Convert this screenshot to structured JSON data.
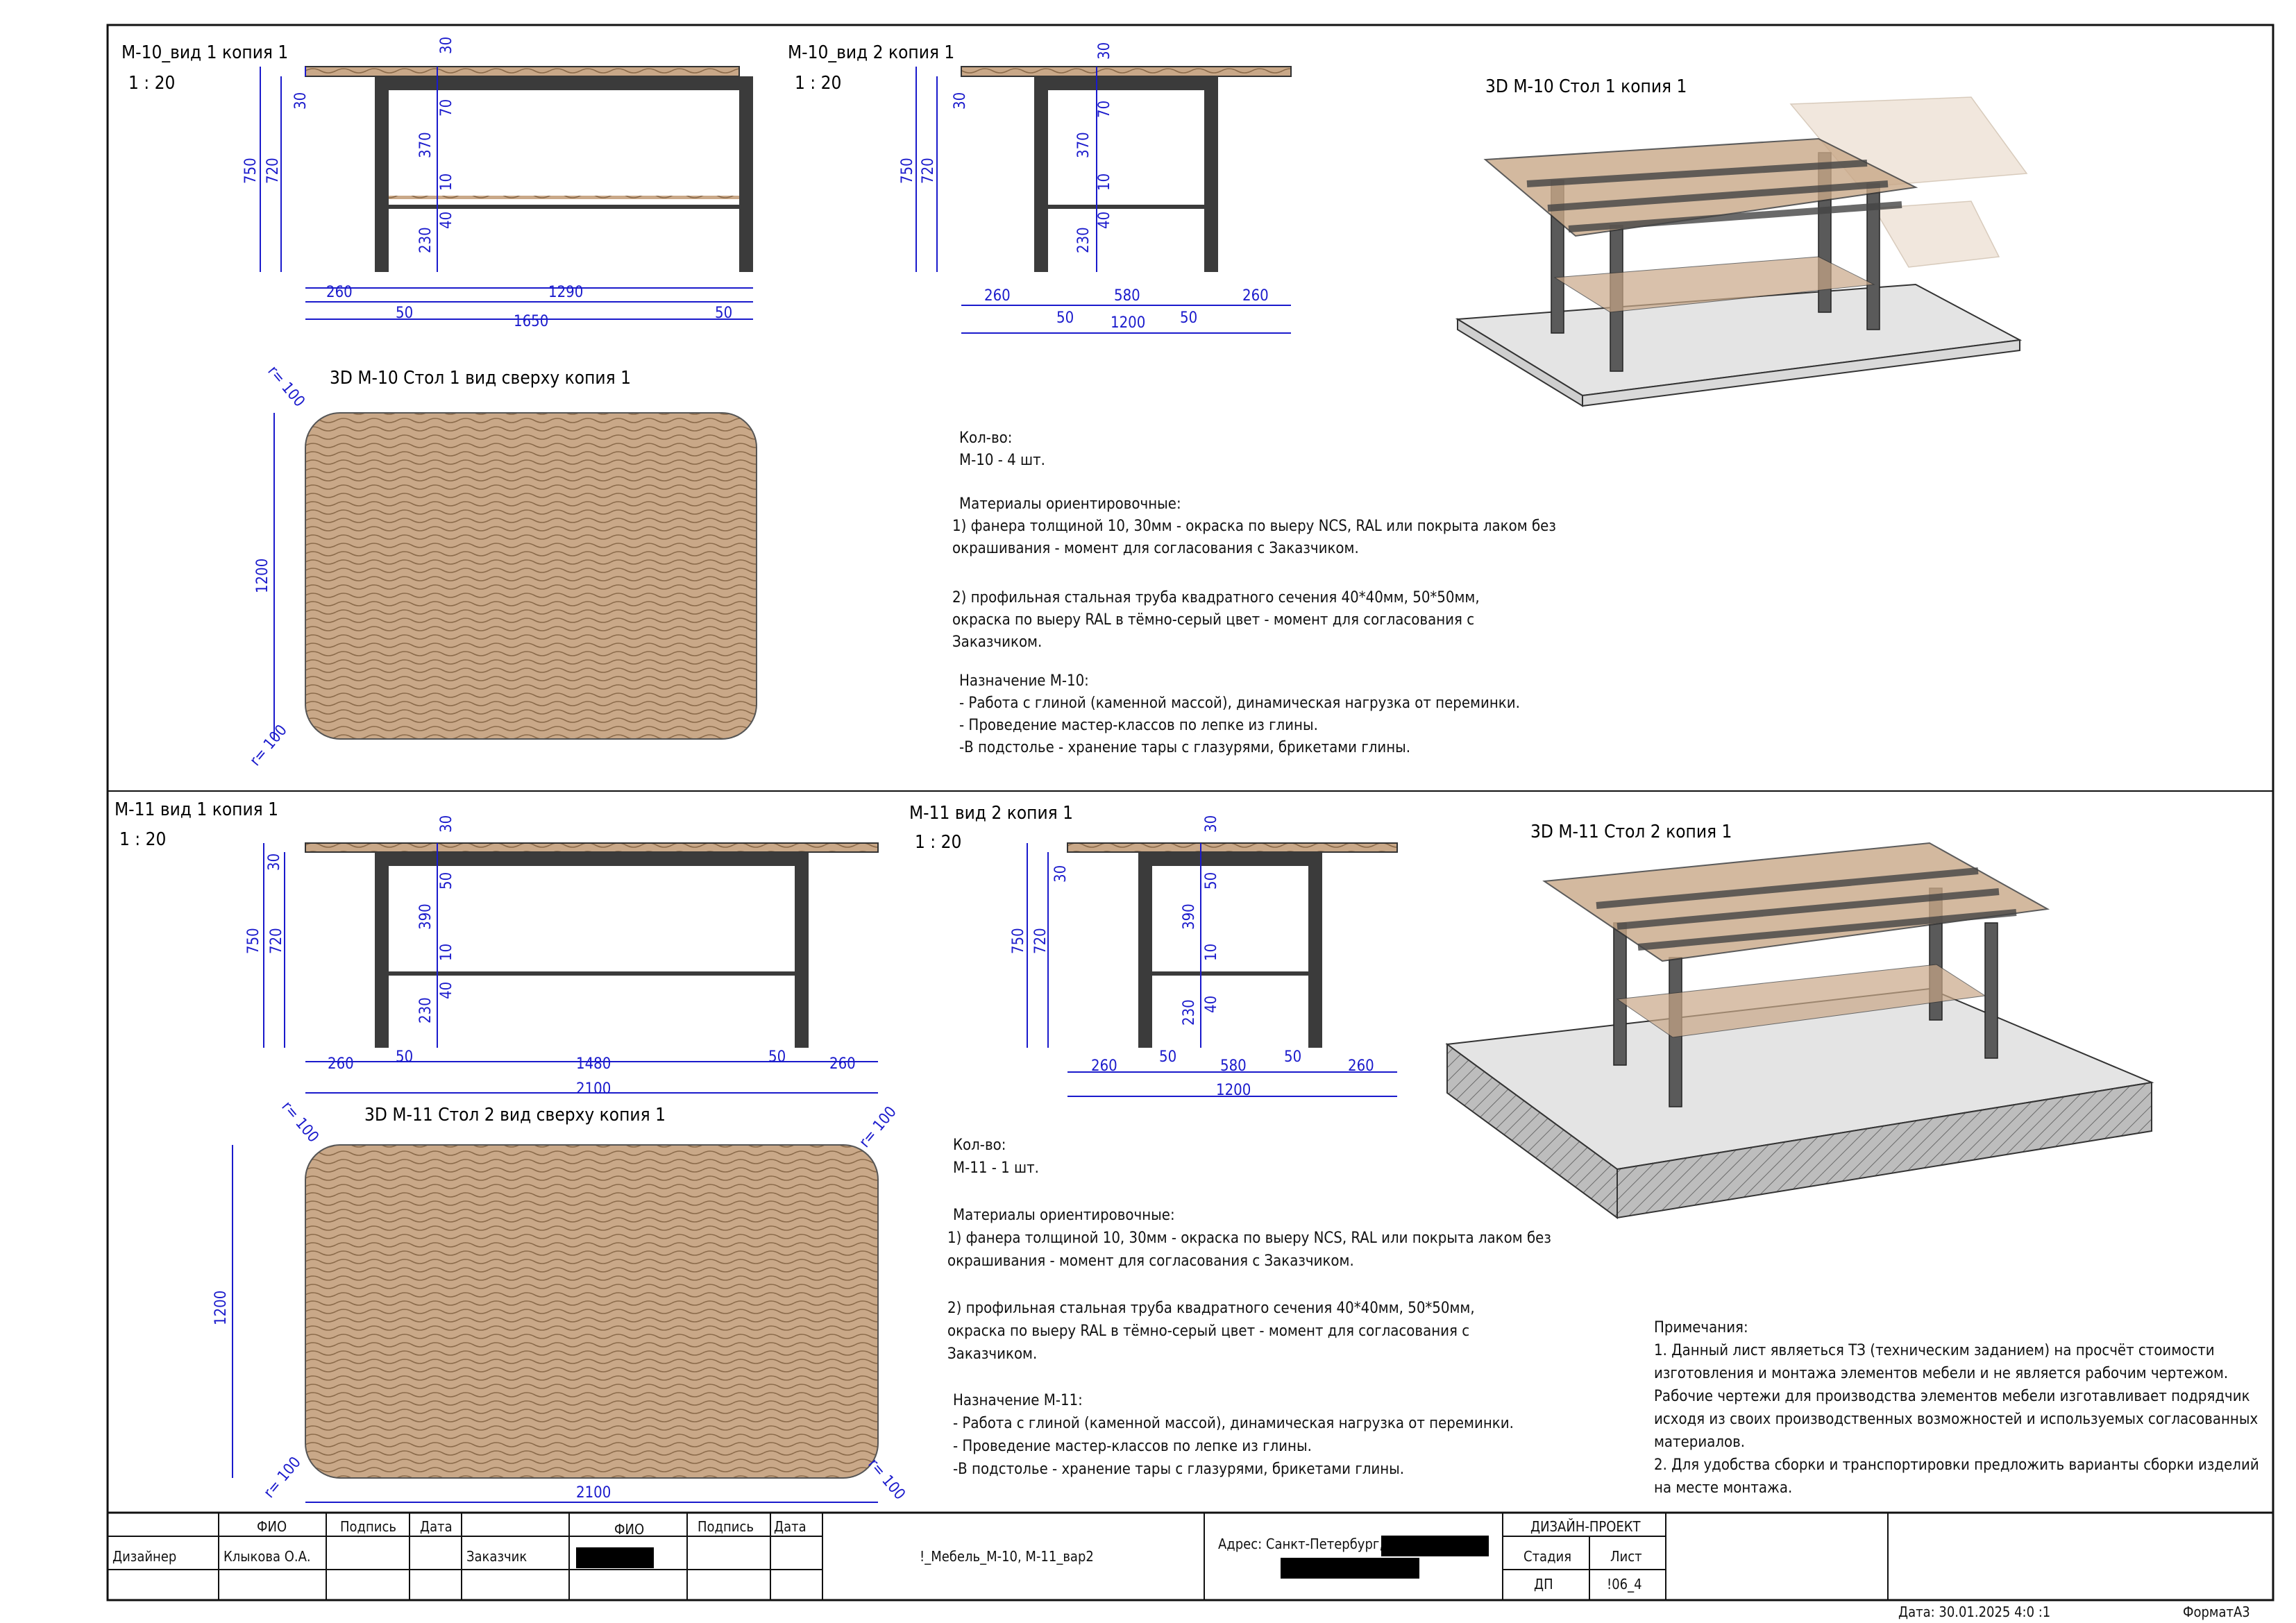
{
  "m10": {
    "view1": {
      "title": "М-10_вид 1 копия 1",
      "scale": "1 : 20"
    },
    "view2": {
      "title": "М-10_вид 2 копия 1",
      "scale": "1 : 20"
    },
    "top": {
      "title": "3D М-10 Стол 1 вид сверху копия 1"
    },
    "iso": {
      "title": "3D М-10 Стол 1 копия 1"
    },
    "dims1": {
      "d30": "30",
      "d70": "70",
      "d370": "370",
      "d10": "10",
      "d40": "40",
      "d230": "230",
      "d30b": "30",
      "d750": "750",
      "d720": "720",
      "d260": "260",
      "d1290": "1290",
      "d50a": "50",
      "d50b": "50",
      "d1650": "1650"
    },
    "dims2": {
      "d30": "30",
      "d70": "70",
      "d370": "370",
      "d10": "10",
      "d40": "40",
      "d230": "230",
      "d30b": "30",
      "d750": "750",
      "d720": "720",
      "d260a": "260",
      "d580": "580",
      "d260b": "260",
      "d50a": "50",
      "d50b": "50",
      "d1200": "1200"
    },
    "topdims": {
      "r1": "r= 100",
      "r2": "r= 100",
      "d1200": "1200"
    },
    "notes": [
      "Кол-во:",
      "М-10 - 4 шт.",
      "Материалы ориентировочные:",
      "1) фанера  толщиной 10, 30мм - окраска по выеру NCS, RAL или покрыта лаком без",
      "окрашивания - момент для согласования с Заказчиком.",
      "2) профильная стальная труба квадратного сечения 40*40мм, 50*50мм,",
      "окраска по выеру RAL в тёмно-серый цвет - момент для согласования с",
      "Заказчиком.",
      "Назначение М-10:",
      "- Работа с глиной (каменной массой), динамическая нагрузка от переминки.",
      "- Проведение мастер-классов по лепке из глины.",
      "-В подстолье - хранение тары с глазурями, брикетами глины."
    ]
  },
  "m11": {
    "view1": {
      "title": "М-11 вид 1 копия 1",
      "scale": "1 : 20"
    },
    "view2": {
      "title": "М-11 вид 2 копия 1",
      "scale": "1 : 20"
    },
    "top": {
      "title": "3D М-11 Стол 2 вид сверху копия 1"
    },
    "iso": {
      "title": "3D М-11 Стол 2 копия 1"
    },
    "dims1": {
      "d30": "30",
      "d50": "50",
      "d390": "390",
      "d10": "10",
      "d40": "40",
      "d230": "230",
      "d30b": "30",
      "d750": "750",
      "d720": "720",
      "d260a": "260",
      "d50a": "50",
      "d1480": "1480",
      "d50b": "50",
      "d260b": "260",
      "d2100": "2100"
    },
    "dims2": {
      "d30": "30",
      "d50": "50",
      "d390": "390",
      "d10": "10",
      "d40": "40",
      "d230": "230",
      "d30b": "30",
      "d750": "750",
      "d720": "720",
      "d260a": "260",
      "d50a": "50",
      "d580": "580",
      "d50b": "50",
      "d260b": "260",
      "d1200": "1200"
    },
    "topdims": {
      "r1": "r= 100",
      "r2": "r= 100",
      "r3": "r= 100",
      "r4": "r= 100",
      "d1200": "1200",
      "d2100": "2100"
    },
    "notes": [
      "Кол-во:",
      "М-11 - 1 шт.",
      "Материалы ориентировочные:",
      "1) фанера  толщиной 10, 30мм - окраска по выеру NCS, RAL или покрыта лаком без",
      "окрашивания - момент для согласования с Заказчиком.",
      "2) профильная стальная труба квадратного сечения 40*40мм, 50*50мм,",
      "окраска по выеру RAL в тёмно-серый цвет - момент для согласования с",
      "Заказчиком.",
      "Назначение М-11:",
      "- Работа с глиной (каменной массой), динамическая нагрузка от переминки.",
      "- Проведение мастер-классов по лепке из глины.",
      "-В подстолье - хранение тары с глазурями, брикетами глины."
    ]
  },
  "remarks": [
    "Примечания:",
    "1. Данный лист являеться ТЗ (техническим заданием) на просчёт стоимости",
    "изготовления и монтажа элементов мебели и не является рабочим чертежом.",
    "Рабочие чертежи для производства элементов мебели изготавливает подрядчик",
    "исходя из своих производственных возможностей и используемых согласованных",
    "материалов.",
    "2. Для удобства сборки и транспортировки предложить варианты сборки изделий",
    "на месте монтажа."
  ],
  "stamp": {
    "h_fio": "ФИО",
    "h_sign": "Подпись",
    "h_date": "Дата",
    "role1": "Дизайнер",
    "name1": "Клыкова О.А.",
    "h_fio2": "ФИО",
    "h_sign2": "Подпись",
    "h_date2": "Дата",
    "role2": "Заказчик",
    "sheet_name": "!_Мебель_М-10, М-11_вар2",
    "address": "Адрес: Санкт-Петербург,",
    "project": "ДИЗАЙН-ПРОЕКТ",
    "h_stage": "Стадия",
    "h_sheet": "Лист",
    "stage": "ДП",
    "sheet": "!06_4",
    "date": "Дата: 30.01.2025 4:0 :1",
    "format": "ФорматА3"
  },
  "colors": {
    "line": "#1a1a1a",
    "dim": "#1a1acc",
    "wood": "#c9a888",
    "woodline": "#8a6a4a",
    "frame": "#3b3b3b",
    "slab": "#e4e4e4"
  }
}
